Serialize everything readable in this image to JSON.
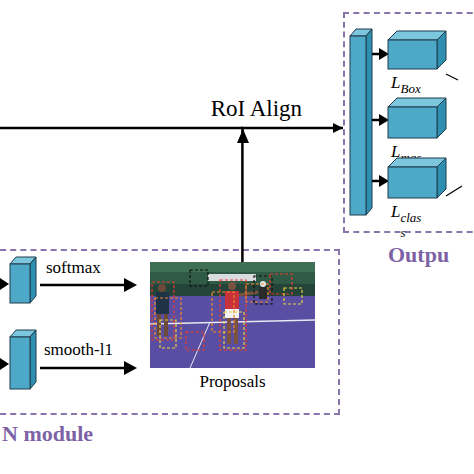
{
  "diagram": {
    "nodes": [
      {
        "text": [
          "Outpu"
        ]
      },
      {
        "text": [
          "L",
          "Box"
        ],
        "in": 0
      },
      {
        "text": [
          "L",
          "mas"
        ],
        "in": 0
      },
      {
        "text": [
          "L",
          "clas s"
        ],
        "in": 0
      },
      {
        "text": [
          "N module"
        ]
      },
      {
        "text": [
          "Proposals"
        ],
        "in": 4
      }
    ],
    "edges": [
      {
        "from": 5,
        "to": 0,
        "arrow": "to",
        "label": "RoI Align"
      }
    ],
    "labels": [
      "softmax",
      "smooth-l1"
    ]
  }
}
